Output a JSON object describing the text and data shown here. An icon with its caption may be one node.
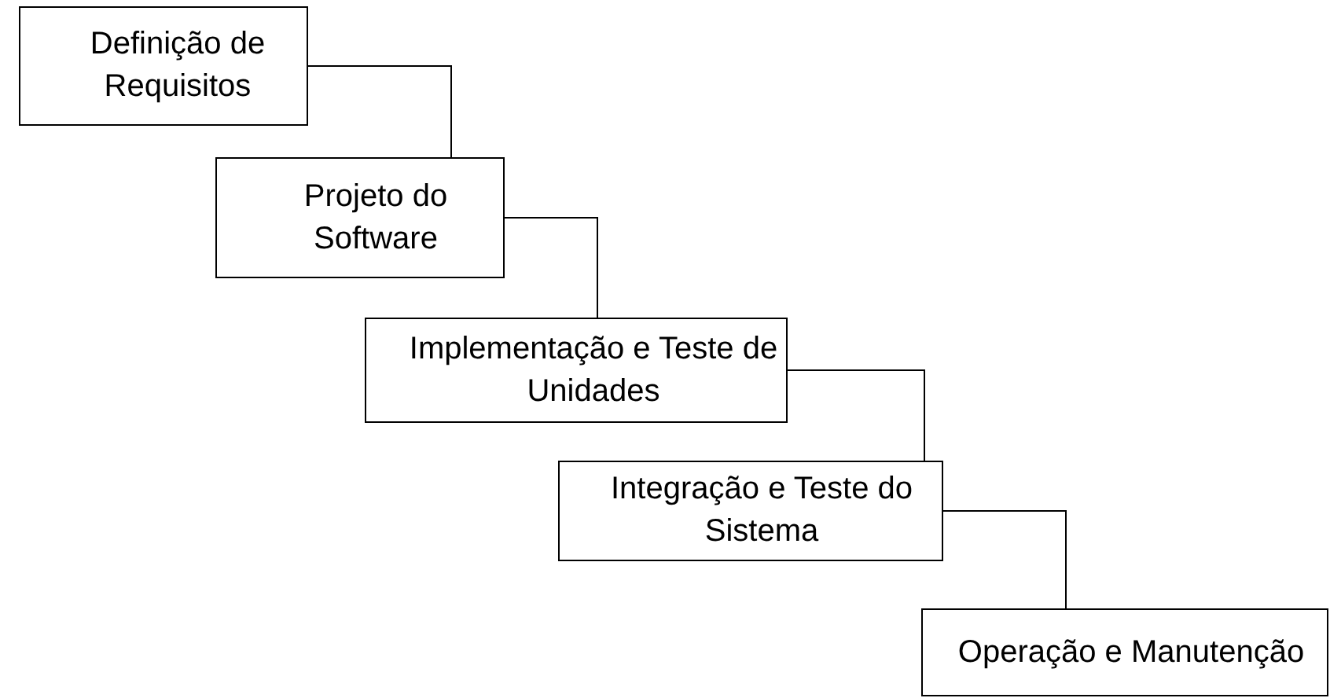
{
  "diagram": {
    "nodes": [
      {
        "text": [
          "Definição de Requisitos"
        ]
      },
      {
        "text": [
          "Projeto do Software"
        ]
      },
      {
        "text": [
          "Implementação e Teste de Unidades"
        ]
      },
      {
        "text": [
          "Integração e Teste do Sistema"
        ]
      },
      {
        "text": [
          "Operação e Manutenção"
        ]
      }
    ],
    "edges": [
      {
        "from": 0,
        "to": 1,
        "arrow": "none"
      },
      {
        "from": 1,
        "to": 2,
        "arrow": "none"
      },
      {
        "from": 2,
        "to": 3,
        "arrow": "none"
      },
      {
        "from": 3,
        "to": 4,
        "arrow": "none"
      }
    ]
  }
}
